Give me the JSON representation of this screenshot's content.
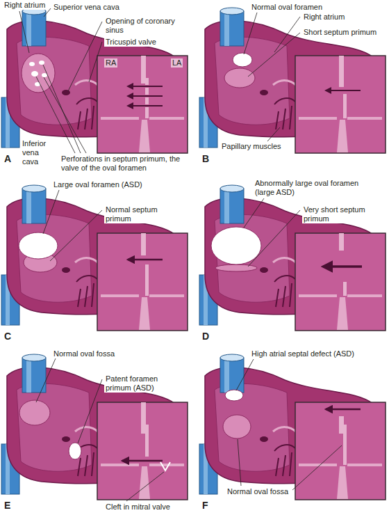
{
  "diagram": {
    "labels": [
      "Right atrium",
      "Superior vena cava",
      "Opening of coronary sinus",
      "Tricuspid valve",
      "RA",
      "LA",
      "Inferior vena cava",
      "Perforations in septum primum, the valve of the oval foramen",
      "A",
      "Normal oval foramen",
      "Right atrium",
      "Short septum primum",
      "Papillary muscles",
      "B",
      "Large oval foramen (ASD)",
      "Normal septum primum",
      "C",
      "Abnormally large oval foramen (large ASD)",
      "Very short septum primum",
      "D",
      "Normal oval fossa",
      "Patent foramen primum (ASD)",
      "Cleft in mitral valve",
      "E",
      "High atrial septal defect (ASD)",
      "Normal oval fossa",
      "F"
    ]
  }
}
